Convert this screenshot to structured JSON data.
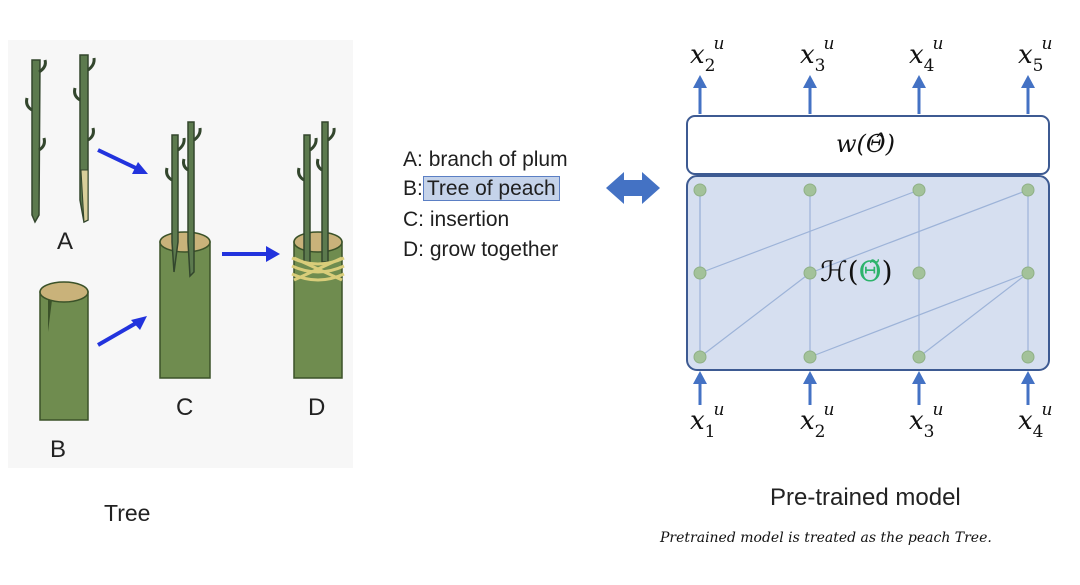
{
  "grafting": {
    "labels": {
      "a": "A",
      "b": "B",
      "c": "C",
      "d": "D"
    },
    "caption": "Tree"
  },
  "legend": [
    {
      "key": "A:",
      "text": "branch of plum"
    },
    {
      "key": "B:",
      "text": "Tree of peach",
      "highlighted": true
    },
    {
      "key": "C:",
      "text": "insertion"
    },
    {
      "key": "D:",
      "text": "grow together"
    }
  ],
  "model": {
    "output_label": "w(Θ̂)",
    "hidden_label_prefix": "ℋ(",
    "hidden_label_theta": "Θ̃",
    "hidden_label_suffix": ")",
    "top_var": "x",
    "top_sup": "u",
    "top_subs": [
      "2",
      "3",
      "4",
      "5"
    ],
    "bottom_subs": [
      "1",
      "2",
      "3",
      "4"
    ],
    "caption": "Pre-trained model",
    "note": "Pretrained model is treated as the peach Tree."
  },
  "colors": {
    "stem": "#5c7a4e",
    "stem_dark": "#3f5a3a",
    "stock": "#6f8c4f",
    "stock_dark": "#4c6a34",
    "arrow": "#2233dd",
    "box_border": "#3d5a92",
    "box_fill": "#d6dff0",
    "node": "#9fbf98",
    "io_arrow": "#4472c4",
    "theta_green": "#2db36b",
    "double_arrow": "#4472c4"
  }
}
